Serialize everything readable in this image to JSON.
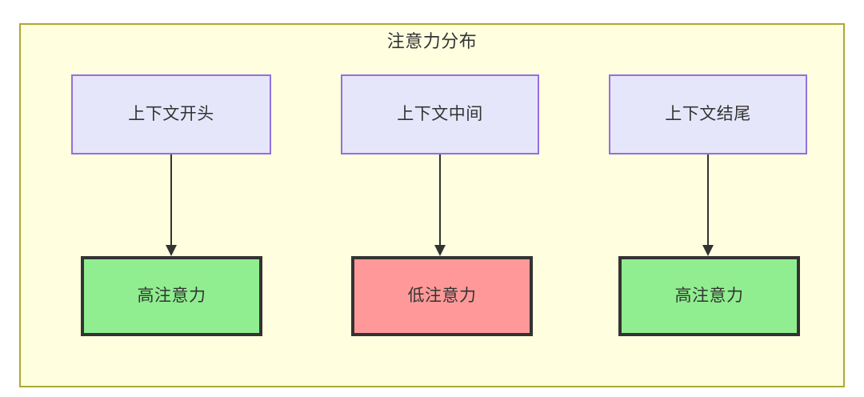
{
  "diagram": {
    "title": "注意力分布",
    "background_color": "#ffffe0",
    "border_color": "#aaaa33",
    "text_color": "#333333",
    "source_node_fill": "#e6e6fa",
    "source_node_border": "#9370db",
    "high_attention_fill": "#90ee90",
    "low_attention_fill": "#ff9999",
    "result_node_border": "#333333",
    "edge_color": "#333333",
    "nodes": [
      {
        "id": "ctx-start",
        "label": "上下文开头",
        "type": "source"
      },
      {
        "id": "ctx-middle",
        "label": "上下文中间",
        "type": "source"
      },
      {
        "id": "ctx-end",
        "label": "上下文结尾",
        "type": "source"
      },
      {
        "id": "attn-high-start",
        "label": "高注意力",
        "type": "result",
        "level": "high"
      },
      {
        "id": "attn-low-middle",
        "label": "低注意力",
        "type": "result",
        "level": "low"
      },
      {
        "id": "attn-high-end",
        "label": "高注意力",
        "type": "result",
        "level": "high"
      }
    ],
    "edges": [
      {
        "from": "ctx-start",
        "to": "attn-high-start",
        "label": ""
      },
      {
        "from": "ctx-middle",
        "to": "attn-low-middle",
        "label": ""
      },
      {
        "from": "ctx-end",
        "to": "attn-high-end",
        "label": ""
      }
    ]
  }
}
